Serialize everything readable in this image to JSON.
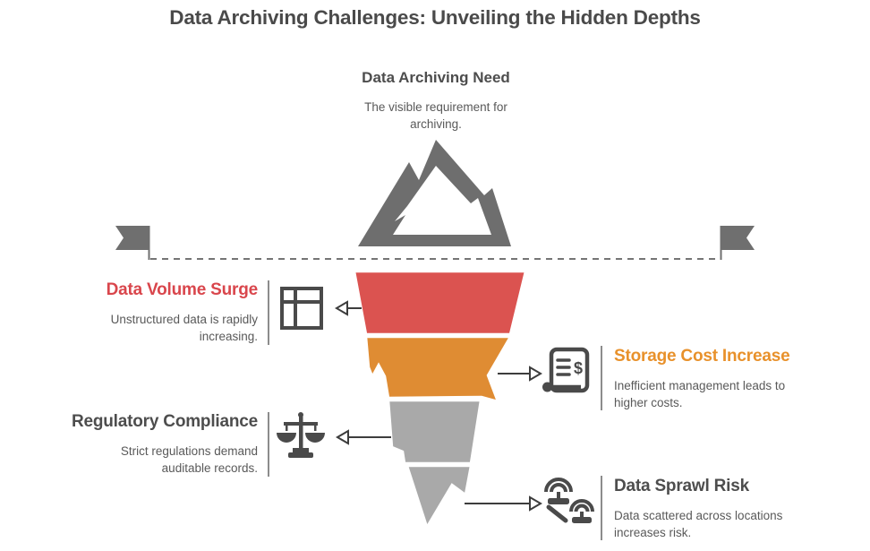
{
  "title": "Data Archiving Challenges: Unveiling the Hidden Depths",
  "surface": {
    "heading": "Data Archiving Need",
    "line1": "The visible requirement for",
    "line2": "archiving."
  },
  "levels": [
    {
      "name": "Data Volume Surge",
      "line1": "Unstructured data is rapidly",
      "line2": "increasing.",
      "color": "#D9464C",
      "side": "left",
      "icon": "table-layout-icon"
    },
    {
      "name": "Storage Cost Increase",
      "line1": "Inefficient management leads to",
      "line2": "higher costs.",
      "color": "#E8912B",
      "side": "right",
      "icon": "cost-report-icon"
    },
    {
      "name": "Regulatory Compliance",
      "line1": "Strict regulations demand",
      "line2": "auditable records.",
      "color": "#4D4D4D",
      "side": "left",
      "icon": "scales-icon"
    },
    {
      "name": "Data Sprawl Risk",
      "line1": "Data scattered across locations",
      "line2": "increases risk.",
      "color": "#4D4D4D",
      "side": "right",
      "icon": "network-sprawl-icon"
    }
  ],
  "iceberg": {
    "segment_colors": [
      "#DB5350",
      "#DF8C33",
      "#A9A9A9",
      "#A9A9A9"
    ],
    "outline_color": "#FFFFFF"
  },
  "waterline": {
    "dash_color": "#757575",
    "ribbon_color": "#6F6F6F"
  },
  "mountain_color": "#6E6E6E",
  "divider_color": "#8C8C8C",
  "arrow_color": "#3D3D3D",
  "icon_color": "#4A4A4A",
  "title_color": "#4A4A4A",
  "body_text_color": "#595959"
}
